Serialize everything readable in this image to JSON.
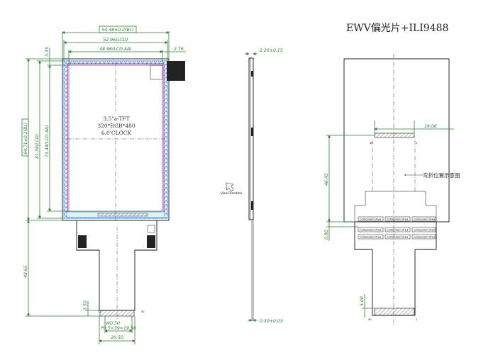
{
  "title": "EWV偏光片+ILI9488",
  "front_view": {
    "center_text": [
      "3.5\"a-TFT",
      "320*RGB*480",
      "6.0'CLOCK"
    ],
    "dims": {
      "outline_w": "54.48±0.2(BL)",
      "lcd_w": "52.96(LCD)",
      "aa_w": "48.96(LCD AA)",
      "right_gap": "2.76",
      "top_gap": "3.35",
      "outline_h": "84.71±0.2(BL)",
      "lcd_h": "81.34(LCD)",
      "aa_h": "73.44(LCD AA)",
      "fpc_len": "48.65",
      "finger_h": "3.50",
      "pin_w": "W0.30",
      "pitch": "P0.5×39=19.50",
      "fpc_w": "20.50",
      "pin1": "1",
      "pin40": "40"
    }
  },
  "side_view": {
    "thickness": "2.20±0.15",
    "fpc_thickness": "0.30±0.03",
    "view_label": "View Direction"
  },
  "back_view": {
    "connector_w": "19.06",
    "height1": "46.45",
    "gap": "0.90",
    "finger_h": "5.00",
    "note": "弯折位置示意图",
    "pin40_top": "40",
    "pin1_top": "1",
    "pin40_bot": "40",
    "pin1_bot": "1",
    "component_label": "Component Area"
  }
}
